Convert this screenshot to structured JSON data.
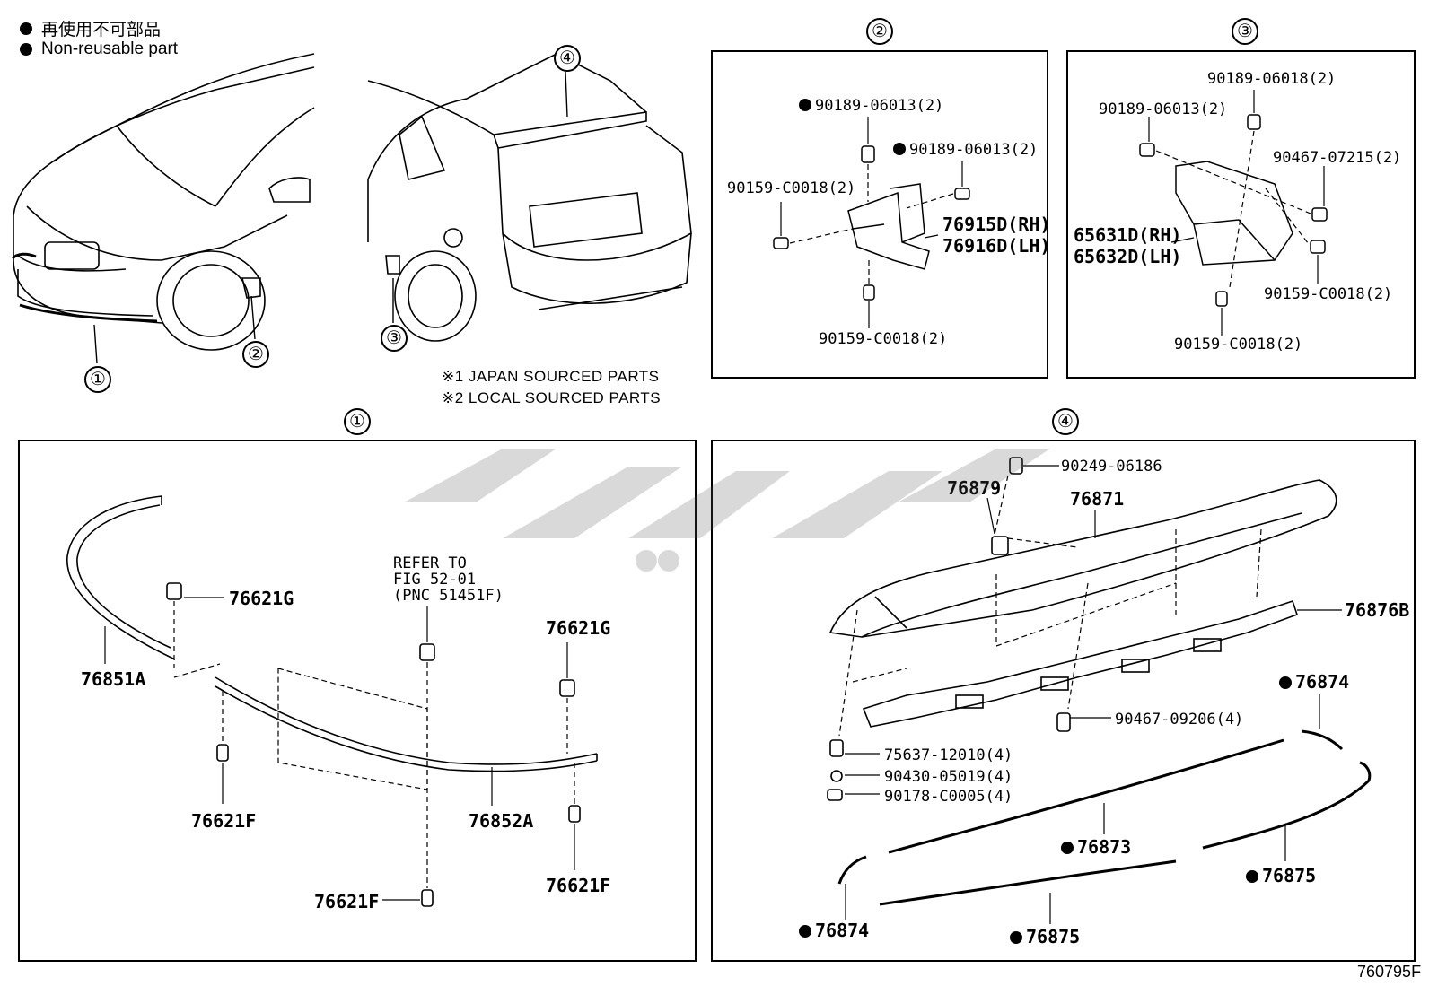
{
  "legend": {
    "japanese": "再使用不可部品",
    "english": "Non-reusable part"
  },
  "notes": {
    "note1": "※1 JAPAN SOURCED PARTS",
    "note2": "※2 LOCAL SOURCED PARTS"
  },
  "callouts": {
    "c1": "①",
    "c2": "②",
    "c3": "③",
    "c4": "④"
  },
  "panel2": {
    "title": "②",
    "parts": {
      "a": "90189-06013(2)",
      "b": "90189-06013(2)",
      "c": "90159-C0018(2)",
      "d": "76915D(RH)",
      "e": "76916D(LH)",
      "f": "90159-C0018(2)"
    }
  },
  "panel3": {
    "title": "③",
    "parts": {
      "a": "90189-06018(2)",
      "b": "90189-06013(2)",
      "c": "90467-07215(2)",
      "d": "65631D(RH)",
      "e": "65632D(LH)",
      "f": "90159-C0018(2)",
      "g": "90159-C0018(2)"
    }
  },
  "panel1": {
    "title": "①",
    "refer": [
      "REFER TO",
      "FIG 52-01",
      "(PNC 51451F)"
    ],
    "parts": {
      "a": "76621G",
      "b": "76621G",
      "c": "76851A",
      "d": "76621F",
      "e": "76852A",
      "f": "76621F",
      "g": "76621F"
    }
  },
  "panel4": {
    "title": "④",
    "parts": {
      "a": "90249-06186",
      "b": "76879",
      "c": "76871",
      "d": "76876B",
      "e": "76874",
      "f": "90467-09206(4)",
      "g": "75637-12010(4)",
      "h": "90430-05019(4)",
      "i": "90178-C0005(4)",
      "j": "76873",
      "k": "76875",
      "l": "76874",
      "m": "76875"
    }
  },
  "footer": {
    "figure_id": "760795F"
  }
}
